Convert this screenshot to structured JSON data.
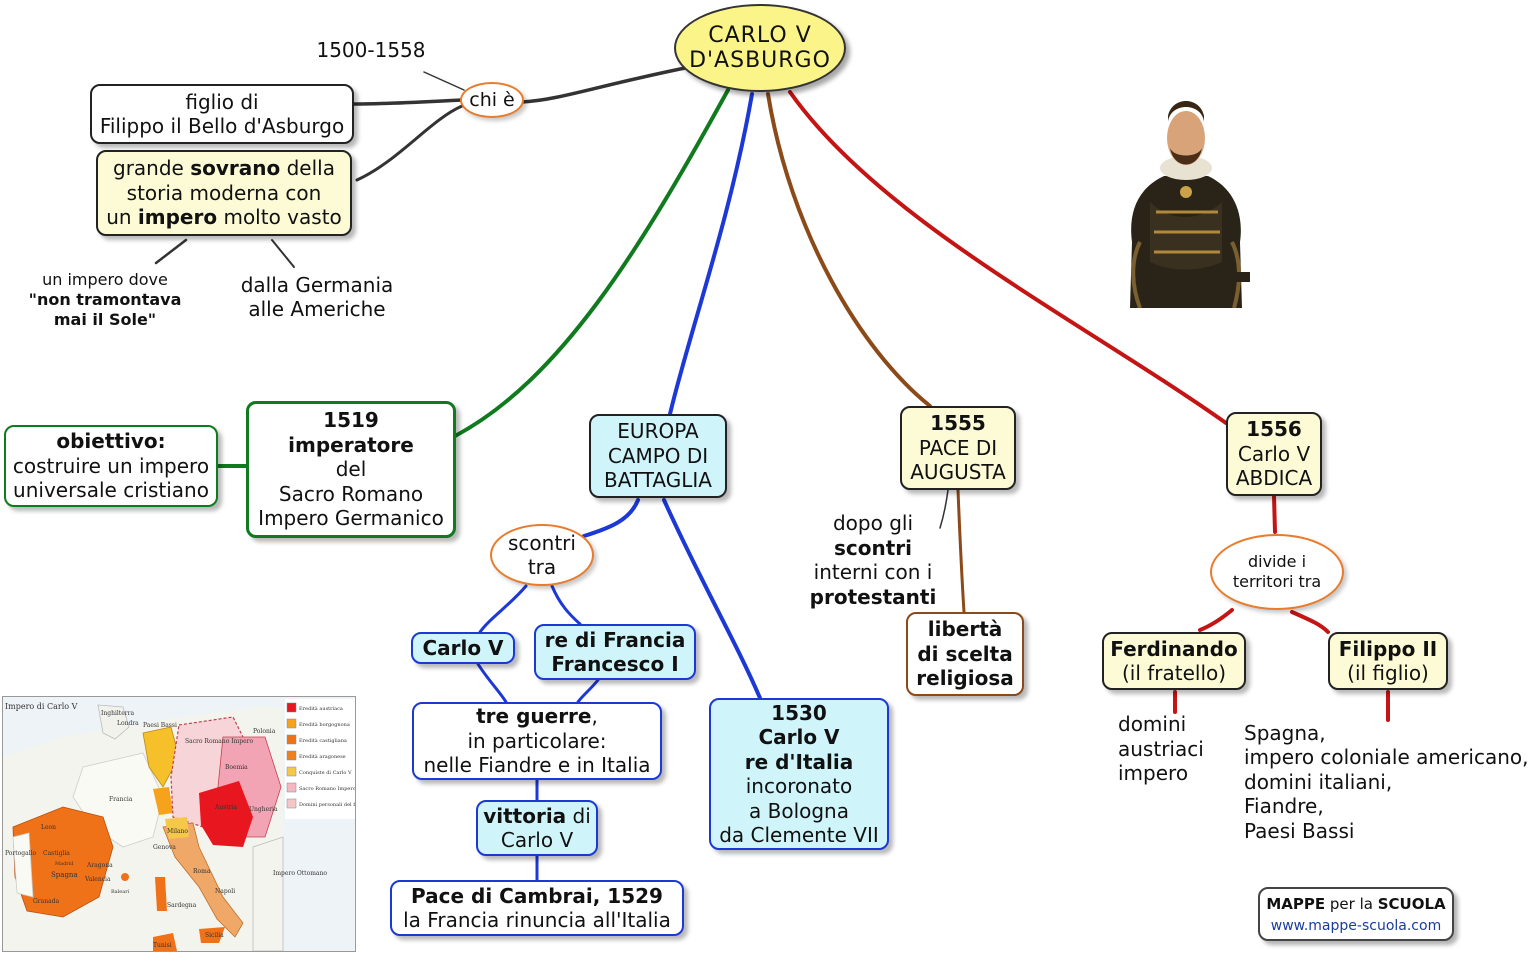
{
  "root": {
    "lines": [
      "CARLO V",
      "D'ASBURGO"
    ]
  },
  "chi_e": {
    "date": "1500-1558",
    "label": "chi è",
    "figlio": [
      "figlio di",
      "Filippo il Bello d'Asburgo"
    ],
    "sovrano": [
      {
        "a": "grande ",
        "b": "sovrano",
        "c": " della"
      },
      {
        "a": "storia moderna con",
        "b": "",
        "c": ""
      },
      {
        "a": "un ",
        "b": "impero",
        "c": " molto vasto"
      }
    ],
    "impero_dove": {
      "line1": "un impero dove",
      "line2": "\"non tramontava",
      "line3": "mai il Sole\""
    },
    "germania": [
      "dalla Germania",
      "alle Americhe"
    ]
  },
  "imperatore": {
    "year": "1519",
    "title": "imperatore",
    "lines": [
      "del",
      "Sacro Romano",
      "Impero Germanico"
    ]
  },
  "obiettivo": {
    "label": "obiettivo:",
    "lines": [
      "costruire un impero",
      "universale cristiano"
    ]
  },
  "europa": {
    "box": [
      "EUROPA",
      "CAMPO DI",
      "BATTAGLIA"
    ],
    "scontri": [
      "scontri",
      "tra"
    ],
    "carlo": "Carlo V",
    "francia": [
      "re di Francia",
      "Francesco I"
    ],
    "guerre": {
      "bold": "tre guerre",
      "rest": ",",
      "lines": [
        "in particolare:",
        "nelle Fiandre e in Italia"
      ]
    },
    "vittoria": {
      "bold": "vittoria",
      "rest": " di",
      "line2": "Carlo V"
    },
    "pace": {
      "bold": "Pace di Cambrai, 1529",
      "line2": "la Francia rinuncia all'Italia"
    },
    "italia": {
      "bold": [
        "1530",
        "Carlo V",
        "re d'Italia"
      ],
      "lines": [
        "incoronato",
        "a Bologna",
        "da Clemente VII"
      ]
    }
  },
  "augusta": {
    "year": "1555",
    "lines": [
      "PACE DI",
      "AUGUSTA"
    ],
    "scontri": [
      {
        "t": "dopo gli",
        "b": false
      },
      {
        "t": "scontri",
        "b": true
      },
      {
        "t": "interni con i",
        "b": false
      },
      {
        "t": "protestanti",
        "b": true
      }
    ],
    "liberta": [
      "libertà",
      "di scelta",
      "religiosa"
    ]
  },
  "abdica": {
    "year": "1556",
    "lines": [
      "Carlo V",
      "ABDICA"
    ],
    "divide": [
      "divide i",
      "territori tra"
    ],
    "ferdinando": {
      "bold": "Ferdinando",
      "line2": "(il fratello)"
    },
    "filippo": {
      "bold": "Filippo II",
      "line2": "(il figlio)"
    },
    "domini": [
      "domini",
      "austriaci",
      "impero"
    ],
    "spagna": [
      "Spagna,",
      "impero coloniale americano,",
      "domini italiani,",
      "Fiandre,",
      "Paesi Bassi"
    ]
  },
  "map": {
    "title": "Impero di Carlo V",
    "labels": [
      "Inghilterra",
      "Londra",
      "Paesi Bassi",
      "Sacro Romano Impero",
      "Boemia",
      "Polonia",
      "Ungheria",
      "Francia",
      "Milano",
      "Genova",
      "Austria",
      "Portogallo",
      "Leon",
      "Castiglia",
      "Aragona",
      "Spagna",
      "Madrid",
      "Valencia",
      "Granada",
      "Roma",
      "Napoli",
      "Sicilia",
      "Sardegna",
      "Impero Ottomano",
      "Tunisi",
      "Baleari"
    ],
    "legend": [
      "Eredità austriaca",
      "Eredità borgognona",
      "Eredità castigliana",
      "Eredità aragonese",
      "Conquiste di Carlo V",
      "Sacro Romano Impero",
      "Domini personali del fratello Ferdinando"
    ],
    "legend_colors": [
      "#e8161e",
      "#f6a21a",
      "#f07218",
      "#f0801c",
      "#f5c84a",
      "#f6b8c0",
      "#f4c6c8"
    ]
  },
  "brand": {
    "mappe": "MAPPE",
    "per_la": " per la ",
    "scuola": "SCUOLA",
    "url": "www.mappe-scuola.com"
  },
  "colors": {
    "green": "#0f7a1e",
    "blue": "#1c39d6",
    "brown": "#8b4a18",
    "red": "#c41414",
    "dark": "#333333",
    "orange": "#e87c2c"
  }
}
